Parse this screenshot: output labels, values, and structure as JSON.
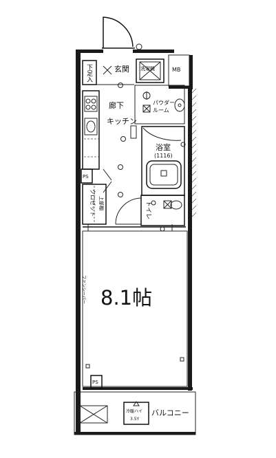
{
  "labels": {
    "genkan": "玄関",
    "shitabako": "下足入",
    "mb": "MB",
    "sentakuki": "洗濯機",
    "powder_room_1": "パウダー",
    "powder_room_2": "ルーム",
    "rouka": "廊下",
    "kitchen": "キッチン",
    "yokushitsu": "浴室",
    "yokushitsu_size": "(1116)",
    "ps_upper": "PS",
    "closet": "クロゼット",
    "toilet": "トイレ",
    "furon_shelf": "上部棚",
    "room_size": "8.1帖",
    "fanshiba": "ファンシーバー",
    "ps_lower": "PS",
    "balcony": "バルコニー",
    "ac_label": "冷暖ハイ",
    "ac_size": "3.5Y"
  }
}
